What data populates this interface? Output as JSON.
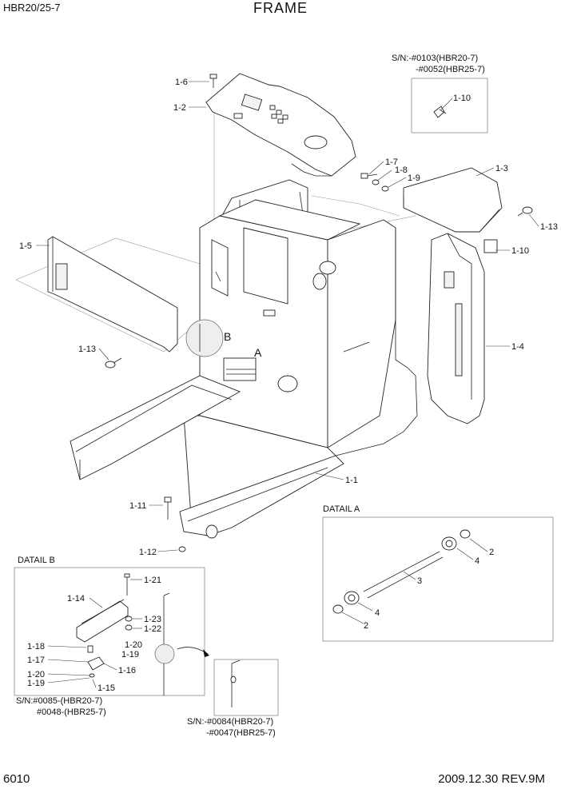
{
  "header": {
    "model": "HBR20/25-7",
    "title": "FRAME"
  },
  "footer": {
    "page_number": "6010",
    "revision": "2009.12.30 REV.9M"
  },
  "serial_notes": {
    "top_right_1": "S/N:-#0103(HBR20-7)",
    "top_right_2": "-#0052(HBR25-7)",
    "detail_b_1": "S/N:#0085-(HBR20-7)",
    "detail_b_2": "#0048-(HBR25-7)",
    "bottom_mid_1": "S/N:-#0084(HBR20-7)",
    "bottom_mid_2": "-#0047(HBR25-7)"
  },
  "detail_titles": {
    "a": "DATAIL A",
    "b": "DATAIL B",
    "marker_a": "A",
    "marker_b": "B"
  },
  "main_labels": {
    "p1_1": "1-1",
    "p1_2": "1-2",
    "p1_3": "1-3",
    "p1_4": "1-4",
    "p1_5": "1-5",
    "p1_6": "1-6",
    "p1_7": "1-7",
    "p1_8": "1-8",
    "p1_9": "1-9",
    "p1_10": "1-10",
    "p1_10b": "1-10",
    "p1_11": "1-11",
    "p1_12": "1-12",
    "p1_13": "1-13",
    "p1_13b": "1-13"
  },
  "detail_a_labels": {
    "d2a": "2",
    "d4a": "4",
    "d3": "3",
    "d4b": "4",
    "d2b": "2"
  },
  "detail_b_labels": {
    "b1_21": "1-21",
    "b1_14": "1-14",
    "b1_23": "1-23",
    "b1_22": "1-22",
    "b1_18": "1-18",
    "b1_20a": "1-20",
    "b1_19a": "1-19",
    "b1_17": "1-17",
    "b1_16": "1-16",
    "b1_20b": "1-20",
    "b1_19b": "1-19",
    "b1_15": "1-15"
  }
}
